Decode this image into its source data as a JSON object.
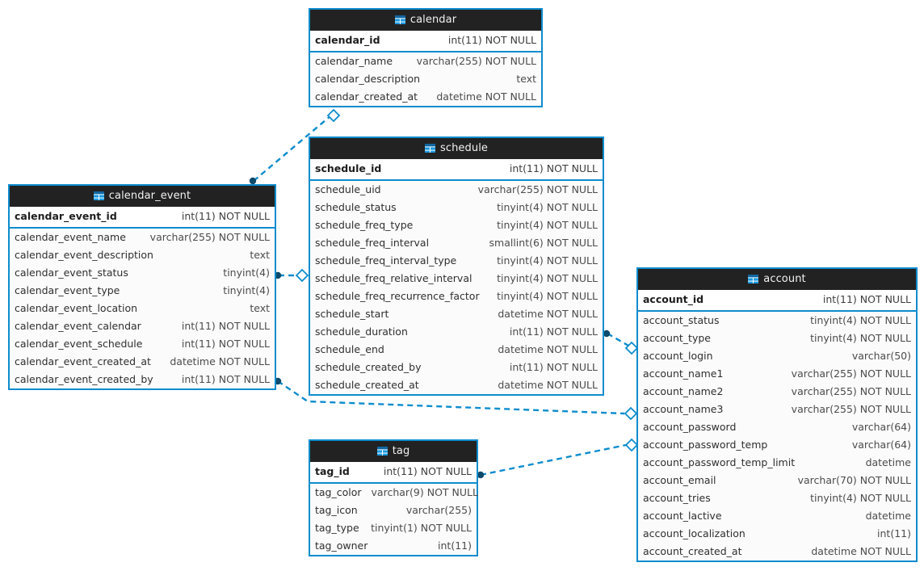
{
  "diagram": {
    "kind": "entity-relationship-diagram",
    "background": "#ffffff",
    "accent": "#0d8ccd",
    "header_bg": "#222222",
    "icon_name": "table-icon"
  },
  "entities": [
    {
      "id": "calendar",
      "title": "calendar",
      "pk": {
        "name": "calendar_id",
        "type": "int(11) NOT NULL"
      },
      "columns": [
        {
          "name": "calendar_name",
          "type": "varchar(255) NOT NULL"
        },
        {
          "name": "calendar_description",
          "type": "text"
        },
        {
          "name": "calendar_created_at",
          "type": "datetime NOT NULL"
        }
      ]
    },
    {
      "id": "calendar_event",
      "title": "calendar_event",
      "pk": {
        "name": "calendar_event_id",
        "type": "int(11) NOT NULL"
      },
      "columns": [
        {
          "name": "calendar_event_name",
          "type": "varchar(255) NOT NULL"
        },
        {
          "name": "calendar_event_description",
          "type": "text"
        },
        {
          "name": "calendar_event_status",
          "type": "tinyint(4)"
        },
        {
          "name": "calendar_event_type",
          "type": "tinyint(4)"
        },
        {
          "name": "calendar_event_location",
          "type": "text"
        },
        {
          "name": "calendar_event_calendar",
          "type": "int(11) NOT NULL"
        },
        {
          "name": "calendar_event_schedule",
          "type": "int(11) NOT NULL"
        },
        {
          "name": "calendar_event_created_at",
          "type": "datetime NOT NULL"
        },
        {
          "name": "calendar_event_created_by",
          "type": "int(11) NOT NULL"
        }
      ]
    },
    {
      "id": "schedule",
      "title": "schedule",
      "pk": {
        "name": "schedule_id",
        "type": "int(11) NOT NULL"
      },
      "columns": [
        {
          "name": "schedule_uid",
          "type": "varchar(255) NOT NULL"
        },
        {
          "name": "schedule_status",
          "type": "tinyint(4) NOT NULL"
        },
        {
          "name": "schedule_freq_type",
          "type": "tinyint(4) NOT NULL"
        },
        {
          "name": "schedule_freq_interval",
          "type": "smallint(6) NOT NULL"
        },
        {
          "name": "schedule_freq_interval_type",
          "type": "tinyint(4) NOT NULL"
        },
        {
          "name": "schedule_freq_relative_interval",
          "type": "tinyint(4) NOT NULL"
        },
        {
          "name": "schedule_freq_recurrence_factor",
          "type": "tinyint(4) NOT NULL"
        },
        {
          "name": "schedule_start",
          "type": "datetime NOT NULL"
        },
        {
          "name": "schedule_duration",
          "type": "int(11) NOT NULL"
        },
        {
          "name": "schedule_end",
          "type": "datetime NOT NULL"
        },
        {
          "name": "schedule_created_by",
          "type": "int(11) NOT NULL"
        },
        {
          "name": "schedule_created_at",
          "type": "datetime NOT NULL"
        }
      ]
    },
    {
      "id": "account",
      "title": "account",
      "pk": {
        "name": "account_id",
        "type": "int(11) NOT NULL"
      },
      "columns": [
        {
          "name": "account_status",
          "type": "tinyint(4) NOT NULL"
        },
        {
          "name": "account_type",
          "type": "tinyint(4) NOT NULL"
        },
        {
          "name": "account_login",
          "type": "varchar(50)"
        },
        {
          "name": "account_name1",
          "type": "varchar(255) NOT NULL"
        },
        {
          "name": "account_name2",
          "type": "varchar(255) NOT NULL"
        },
        {
          "name": "account_name3",
          "type": "varchar(255) NOT NULL"
        },
        {
          "name": "account_password",
          "type": "varchar(64)"
        },
        {
          "name": "account_password_temp",
          "type": "varchar(64)"
        },
        {
          "name": "account_password_temp_limit",
          "type": "datetime"
        },
        {
          "name": "account_email",
          "type": "varchar(70) NOT NULL"
        },
        {
          "name": "account_tries",
          "type": "tinyint(4) NOT NULL"
        },
        {
          "name": "account_lactive",
          "type": "datetime"
        },
        {
          "name": "account_localization",
          "type": "int(11)"
        },
        {
          "name": "account_created_at",
          "type": "datetime NOT NULL"
        }
      ]
    },
    {
      "id": "tag",
      "title": "tag",
      "pk": {
        "name": "tag_id",
        "type": "int(11) NOT NULL"
      },
      "columns": [
        {
          "name": "tag_color",
          "type": "varchar(9) NOT NULL"
        },
        {
          "name": "tag_icon",
          "type": "varchar(255)"
        },
        {
          "name": "tag_type",
          "type": "tinyint(1) NOT NULL"
        },
        {
          "name": "tag_owner",
          "type": "int(11)"
        }
      ]
    }
  ],
  "relationships": [
    {
      "id": "rel-calendar_event-calendar",
      "from_entity": "calendar_event",
      "from_column": "calendar_event_calendar",
      "to_entity": "calendar",
      "to_column": "calendar_id",
      "from_marker": "dot",
      "to_marker": "diamond",
      "style": "dashed"
    },
    {
      "id": "rel-calendar_event-schedule",
      "from_entity": "calendar_event",
      "from_column": "calendar_event_schedule",
      "to_entity": "schedule",
      "to_column": "schedule_id",
      "from_marker": "dot",
      "to_marker": "diamond",
      "style": "dashed"
    },
    {
      "id": "rel-calendar_event-account",
      "from_entity": "calendar_event",
      "from_column": "calendar_event_created_by",
      "to_entity": "account",
      "to_column": "account_id",
      "from_marker": "dot",
      "to_marker": "diamond",
      "style": "dashed"
    },
    {
      "id": "rel-schedule-account",
      "from_entity": "schedule",
      "from_column": "schedule_created_by",
      "to_entity": "account",
      "to_column": "account_id",
      "from_marker": "dot",
      "to_marker": "diamond",
      "style": "dashed"
    },
    {
      "id": "rel-tag-account",
      "from_entity": "tag",
      "from_column": "tag_owner",
      "to_entity": "account",
      "to_column": "account_id",
      "from_marker": "dot",
      "to_marker": "diamond",
      "style": "dashed"
    }
  ]
}
